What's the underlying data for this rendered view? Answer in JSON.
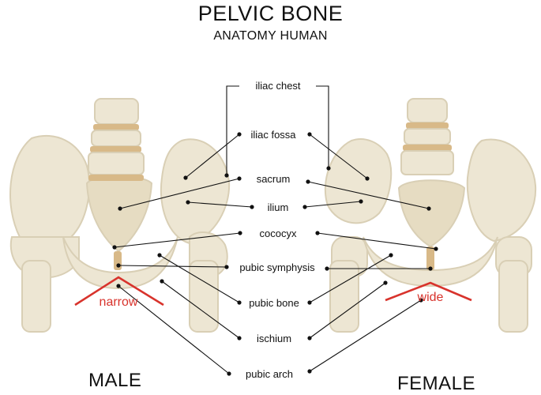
{
  "header": {
    "title": "PELVIC BONE",
    "subtitle": "ANATOMY HUMAN"
  },
  "figures": {
    "male_label": "MALE",
    "female_label": "FEMALE",
    "male_arch_label": "narrow",
    "female_arch_label": "wide"
  },
  "labels": {
    "iliac_chest": "iliac chest",
    "iliac_fossa": "iliac fossa",
    "sacrum": "sacrum",
    "ilium": "ilium",
    "coccyx": "cococyx",
    "pubic_symphysis": "pubic symphysis",
    "pubic_bone": "pubic bone",
    "ischium": "ischium",
    "pubic_arch": "pubic arch"
  },
  "colors": {
    "bone": "#ede6d3",
    "bone_shadow": "#d9cfb5",
    "disc": "#d8b988",
    "arch_line": "#d8332c"
  }
}
